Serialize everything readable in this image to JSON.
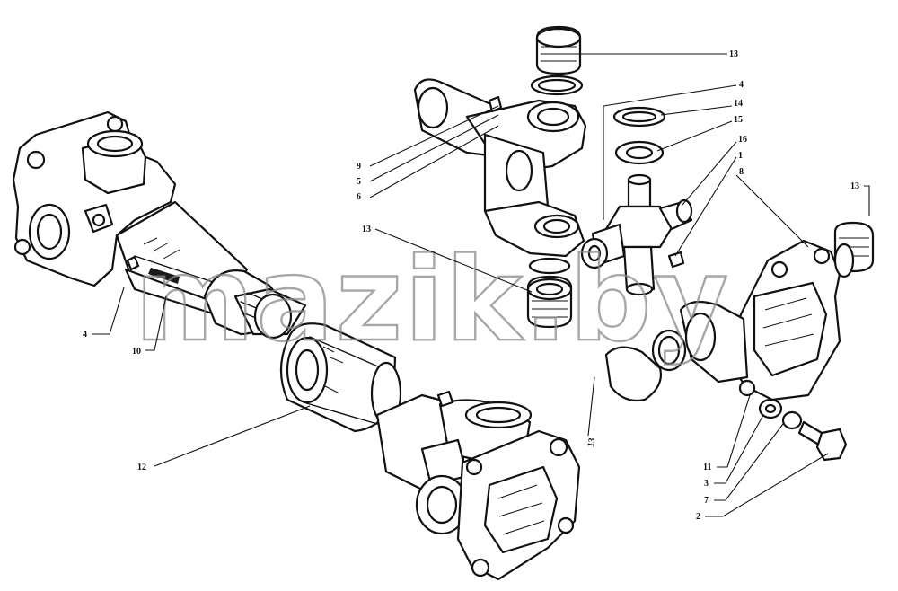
{
  "watermark": "mazik.by",
  "callouts": [
    {
      "id": "c13-top",
      "label": "13"
    },
    {
      "id": "c4-right",
      "label": "4"
    },
    {
      "id": "c14",
      "label": "14"
    },
    {
      "id": "c15",
      "label": "15"
    },
    {
      "id": "c16",
      "label": "16"
    },
    {
      "id": "c1",
      "label": "1"
    },
    {
      "id": "c8",
      "label": "8"
    },
    {
      "id": "c13-right",
      "label": "13"
    },
    {
      "id": "c9",
      "label": "9"
    },
    {
      "id": "c5",
      "label": "5"
    },
    {
      "id": "c6",
      "label": "6"
    },
    {
      "id": "c13-mid",
      "label": "13"
    },
    {
      "id": "c4-left",
      "label": "4"
    },
    {
      "id": "c10",
      "label": "10"
    },
    {
      "id": "c13-low",
      "label": "13"
    },
    {
      "id": "c12",
      "label": "12"
    },
    {
      "id": "c11",
      "label": "11"
    },
    {
      "id": "c3",
      "label": "3"
    },
    {
      "id": "c7",
      "label": "7"
    },
    {
      "id": "c2",
      "label": "2"
    }
  ],
  "colors": {
    "line": "#111111",
    "background": "#ffffff",
    "watermark": "#8a8a8a"
  }
}
